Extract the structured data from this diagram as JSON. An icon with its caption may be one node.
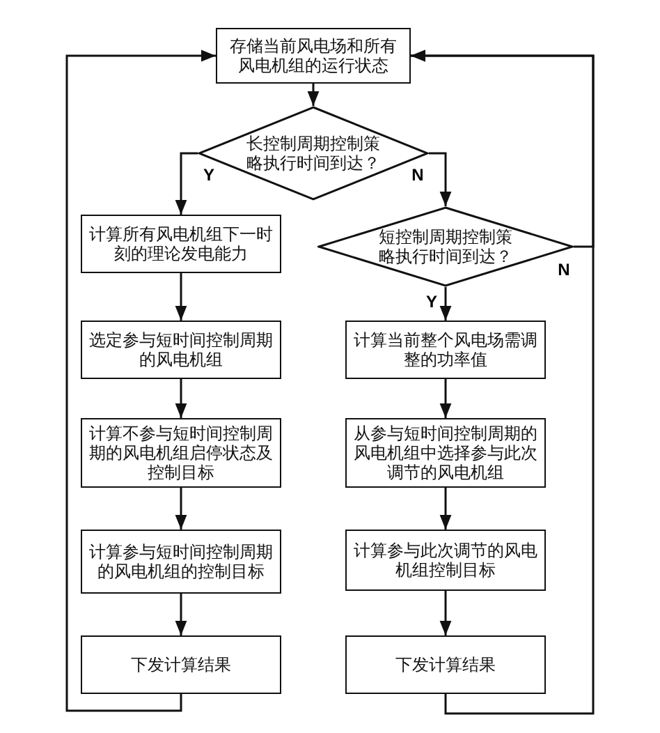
{
  "diagram": {
    "nodes": [
      {
        "text": [
          "存储当前风电场和所有风电机组的运行状态"
        ]
      },
      {
        "text": [
          "长控制周期控制策略执行时间到达？"
        ]
      },
      {
        "text": [
          "计算所有风电机组下一时刻的理论发电能力"
        ]
      },
      {
        "text": [
          "选定参与短时间控制周期的风电机组"
        ]
      },
      {
        "text": [
          "计算不参与短时间控制周期的风电机组启停状态及控制目标"
        ]
      },
      {
        "text": [
          "计算参与短时间控制周期的风电机组的控制目标"
        ]
      },
      {
        "text": [
          "下发计算结果"
        ]
      },
      {
        "text": [
          "短控制周期控制策略执行时间到达？"
        ]
      },
      {
        "text": [
          "计算当前整个风电场需调整的功率值"
        ]
      },
      {
        "text": [
          "从参与短时间控制周期的风电机组中选择参与此次调节的风电机组"
        ]
      },
      {
        "text": [
          "计算参与此次调节的风电机组控制目标"
        ]
      },
      {
        "text": [
          "下发计算结果"
        ]
      }
    ],
    "edges": [
      {
        "from": 0,
        "to": 1,
        "arrow": "to"
      },
      {
        "from": 1,
        "to": 2,
        "arrow": "to",
        "label": "Y"
      },
      {
        "from": 1,
        "to": 7,
        "arrow": "to",
        "label": "N"
      },
      {
        "from": 2,
        "to": 3,
        "arrow": "to"
      },
      {
        "from": 3,
        "to": 4,
        "arrow": "to"
      },
      {
        "from": 4,
        "to": 5,
        "arrow": "to"
      },
      {
        "from": 5,
        "to": 6,
        "arrow": "to"
      },
      {
        "from": 6,
        "to": 0,
        "arrow": "to"
      },
      {
        "from": 7,
        "to": 8,
        "arrow": "to",
        "label": "Y"
      },
      {
        "from": 8,
        "to": 9,
        "arrow": "to"
      },
      {
        "from": 9,
        "to": 10,
        "arrow": "to"
      },
      {
        "from": 10,
        "to": 11,
        "arrow": "to"
      },
      {
        "from": 11,
        "to": 0,
        "arrow": "to"
      },
      {
        "from": 7,
        "to": 0,
        "arrow": "to",
        "label": "N"
      }
    ]
  }
}
